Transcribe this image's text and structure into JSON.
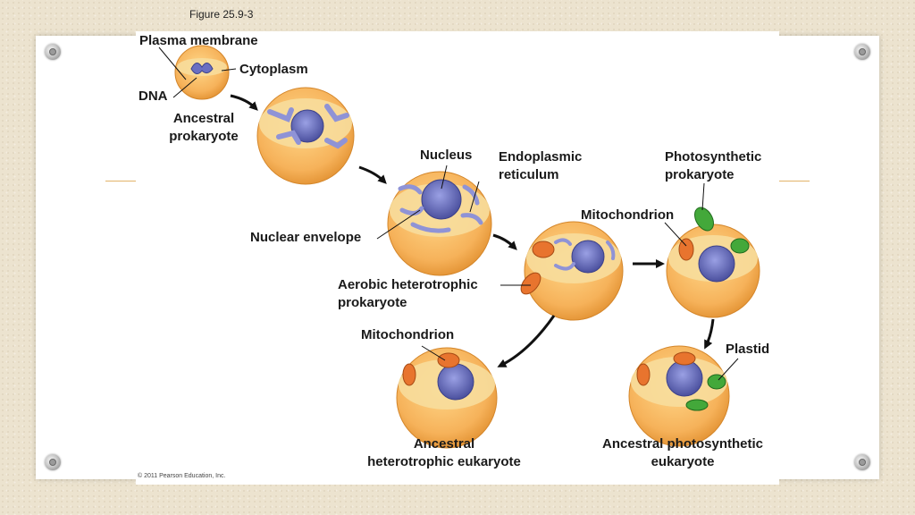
{
  "slide": {
    "caption": "Figure 25.9-3",
    "copyright": "© 2011 Pearson Education, Inc."
  },
  "labels": {
    "plasma_membrane": "Plasma membrane",
    "cytoplasm": "Cytoplasm",
    "dna": "DNA",
    "ancestral_prokaryote_1": "Ancestral",
    "ancestral_prokaryote_2": "prokaryote",
    "nucleus": "Nucleus",
    "er_1": "Endoplasmic",
    "er_2": "reticulum",
    "photosynthetic_prokaryote_1": "Photosynthetic",
    "photosynthetic_prokaryote_2": "prokaryote",
    "mitochondrion_top": "Mitochondrion",
    "nuclear_envelope": "Nuclear envelope",
    "aerobic_1": "Aerobic heterotrophic",
    "aerobic_2": "prokaryote",
    "mitochondrion_bottom": "Mitochondrion",
    "plastid": "Plastid",
    "het_eukaryote_1": "Ancestral",
    "het_eukaryote_2": "heterotrophic eukaryote",
    "photo_eukaryote_1": "Ancestral photosynthetic",
    "photo_eukaryote_2": "eukaryote"
  },
  "colors": {
    "cell_fill": "#f6b25a",
    "cell_cut": "#f7dd9c",
    "nucleus": "#6a6fc2",
    "membrane_folds": "#8f93d6",
    "mitochondrion": "#e8742e",
    "chloroplast": "#43a83a",
    "arrow": "#111111",
    "slide_rule": "#e2b46a"
  }
}
